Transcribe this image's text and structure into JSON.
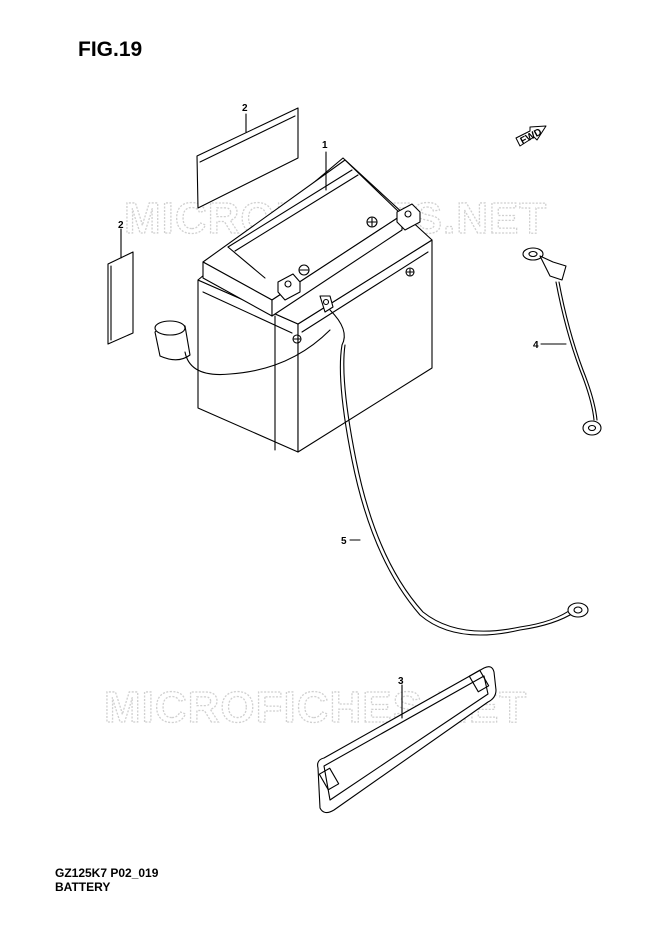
{
  "figure_title": "FIG.19",
  "footer": {
    "model_code": "GZ125K7 P02_019",
    "section_name": "BATTERY"
  },
  "fwd_label": "FWD",
  "watermark": "MICROFICHES.NET",
  "callouts": [
    "1",
    "2",
    "2",
    "3",
    "4",
    "5"
  ]
}
